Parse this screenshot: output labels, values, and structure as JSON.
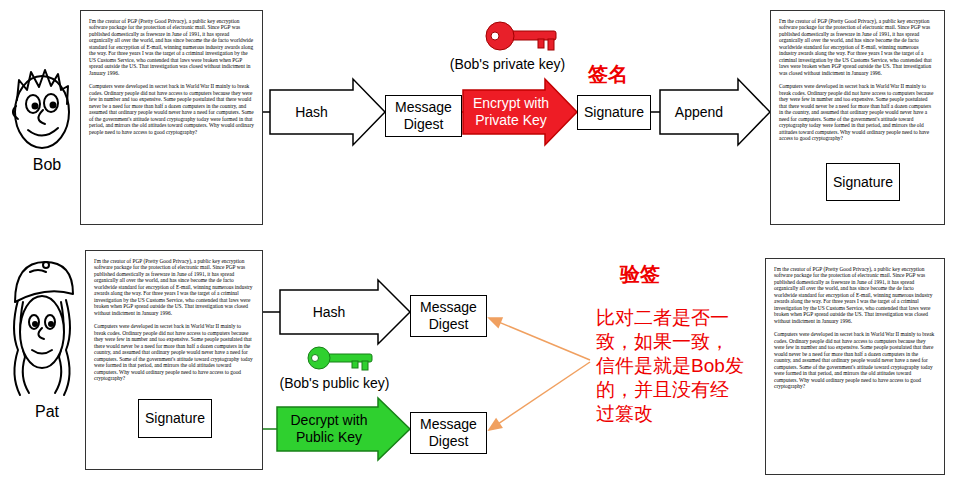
{
  "diagram": {
    "nodes": [
      {
        "text": [
          "I'm the creator of PGP (Pretty Good Privacy), a public key encryption software package for the protection of electronic mail. Since PGP was published domestically as freeware in June of 1991, it has spread organically all over the world, and has since become the de facto worldwide standard for encryption of E-mail, winning numerous industry awards along the way. For three years I was the target of a criminal investigation by the US Customs Service, who contended that laws were broken when PGP spread outside the US. That investigation was closed without indictment in January 1996.",
          "Computers were developed in secret back in World War II mainly to break codes. Ordinary people did not have access to computers because they were few in number and too expensive. Some people postulated that there would never be a need for more than half a dozen computers in the country, and assumed that ordinary people would never have a need for computers. Some of the government's attitude toward cryptography today were formed in that period, and mirrors the old attitudes toward computers. Why would ordinary people need to have access to good cryptography?"
        ]
      },
      {
        "text": [
          "Message Digest"
        ]
      },
      {
        "text": [
          "Signature"
        ]
      },
      {
        "text": [
          "I'm the creator of PGP (Pretty Good Privacy), a public key encryption software package for the protection of electronic mail. Since PGP was published domestically as freeware in June of 1991, it has spread organically all over the world, and has since become the de facto worldwide standard for encryption of E-mail, winning numerous industry awards along the way. For three years I was the target of a criminal investigation by the US Customs Service, who contended that laws were broken when PGP spread outside the US. That investigation was closed without indictment in January 1996.",
          "Computers were developed in secret back in World War II mainly to break codes. Ordinary people did not have access to computers because they were few in number and too expensive. Some people postulated that there would never be a need for more than half a dozen computers in the country, and assumed that ordinary people would never have a need for computers. Some of the government's attitude toward cryptography today were formed in that period, and mirrors the old attitudes toward computers. Why would ordinary people need to have access to good cryptography?"
        ]
      },
      {
        "text": [
          "Signature"
        ],
        "in": 3
      },
      {
        "text": [
          "I'm the creator of PGP (Pretty Good Privacy), a public key encryption software package for the protection of electronic mail. Since PGP was published domestically as freeware in June of 1991, it has spread organically all over the world, and has since become the de facto worldwide standard for encryption of E-mail, winning numerous industry awards along the way. For three years I was the target of a criminal investigation by the US Customs Service, who contended that laws were broken when PGP spread outside the US. That investigation was closed without indictment in January 1996.",
          "Computers were developed in secret back in World War II mainly to break codes. Ordinary people did not have access to computers because they were few in number and too expensive. Some people postulated that there would never be a need for more than half a dozen computers in the country, and assumed that ordinary people would never have a need for computers. Some of the government's attitude toward cryptography today were formed in that period, and mirrors the old attitudes toward computers. Why would ordinary people need to have access to good cryptography?"
        ]
      },
      {
        "text": [
          "Signature"
        ],
        "in": 5
      },
      {
        "text": [
          "Message Digest"
        ]
      },
      {
        "text": [
          "Message Digest"
        ]
      },
      {
        "text": [
          "I'm the creator of PGP (Pretty Good Privacy), a public key encryption software package for the protection of electronic mail. Since PGP was published domestically as freeware in June of 1991, it has spread organically all over the world, and has since become the de facto worldwide standard for encryption of E-mail, winning numerous industry awards along the way. For three years I was the target of a criminal investigation by the US Customs Service, who contended that laws were broken when PGP spread outside the US. That investigation was closed without indictment in January 1996.",
          "Computers were developed in secret back in World War II mainly to break codes. Ordinary people did not have access to computers because they were few in number and too expensive. Some people postulated that there would never be a need for more than half a dozen computers in the country, and assumed that ordinary people would never have a need for computers. Some of the government's attitude toward cryptography today were formed in that period, and mirrors the old attitudes toward computers. Why would ordinary people need to have access to good cryptography?"
        ]
      }
    ],
    "edges": [
      {
        "from": 0,
        "to": 1,
        "label": "Hash",
        "arrow": "to"
      },
      {
        "from": 1,
        "to": 2,
        "label": "Encrypt with Private Key",
        "arrow": "to"
      },
      {
        "from": 2,
        "to": 3,
        "label": "Append",
        "arrow": "to"
      },
      {
        "from": 5,
        "to": 7,
        "label": "Hash",
        "arrow": "to"
      },
      {
        "from": 6,
        "to": 8,
        "label": "Decrypt with Public Key",
        "arrow": "to"
      }
    ],
    "labels": [
      "Bob",
      "(Bob's private key)",
      "签名",
      "Pat",
      "(Bob's public key)",
      "验签",
      "比对二者是否一致，如果一致，信件是就是Bob发的，并且没有经过篡改"
    ]
  }
}
